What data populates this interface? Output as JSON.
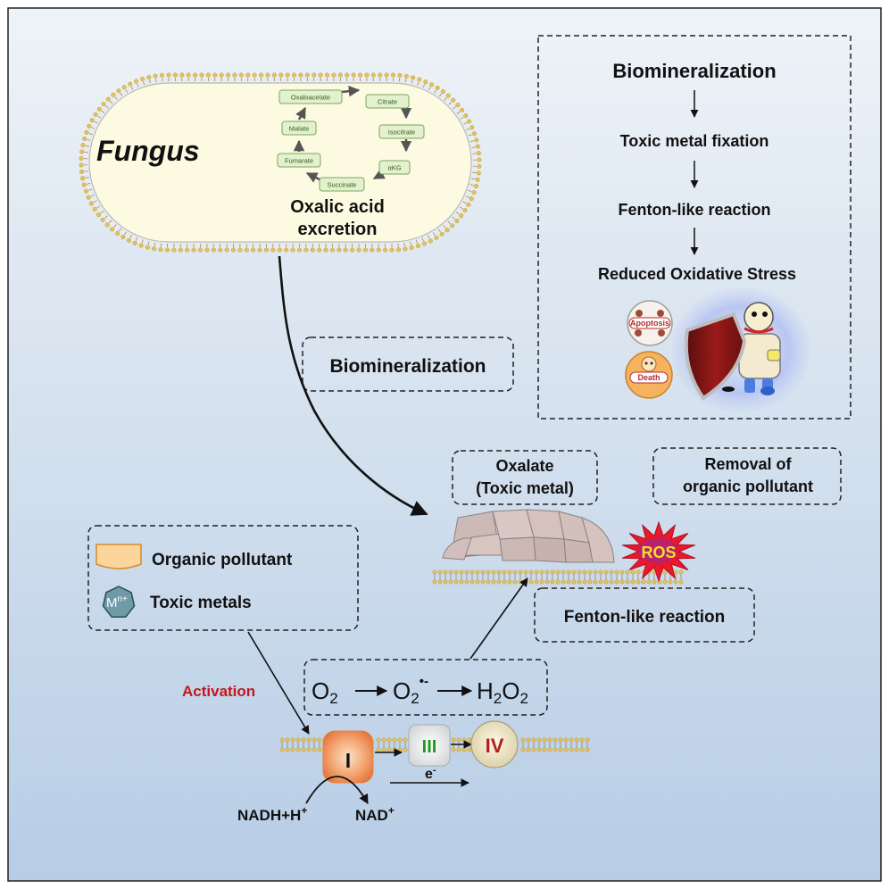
{
  "fungus": {
    "label": "Fungus",
    "excretion_line1": "Oxalic acid",
    "excretion_line2": "excretion",
    "tca_cycle": [
      "Oxaloacetate",
      "Citrate",
      "Isocitrate",
      "αKG",
      "Succinate",
      "Fumarate",
      "Malate"
    ]
  },
  "summary": {
    "steps": [
      "Biomineralization",
      "Toxic metal fixation",
      "Fenton-like reaction",
      "Reduced Oxidative Stress"
    ],
    "badges": [
      "Apoptosis",
      "Death"
    ]
  },
  "biomineralization_label": "Biomineralization",
  "oxalate": {
    "line1": "Oxalate",
    "line2": "(Toxic metal)"
  },
  "removal": {
    "line1": "Removal of",
    "line2": "organic pollutant"
  },
  "ros_label": "ROS",
  "fenton_label": "Fenton-like reaction",
  "legend": {
    "pollutant": "Organic pollutant",
    "metals": "Toxic metals",
    "metal_ion": "M",
    "metal_charge": "n+"
  },
  "activation_label": "Activation",
  "ros_chain": {
    "o2_base": "O",
    "o2_sub": "2",
    "superoxide_base": "O",
    "superoxide_sub": "2",
    "superoxide_sup": "•-",
    "h2o2_h": "H",
    "h2o2_sub1": "2",
    "h2o2_o": "O",
    "h2o2_sub2": "2"
  },
  "complexes": {
    "c1": "I",
    "c3": "III",
    "c4": "IV"
  },
  "electron": {
    "base": "e",
    "sup": "-"
  },
  "nadh": {
    "base": "NADH+H",
    "sup": "+"
  },
  "nad": {
    "base": "NAD",
    "sup": "+"
  },
  "colors": {
    "frame": "#222222",
    "bg_top": "#eef3f8",
    "bg_bottom": "#b7cde6",
    "cell_fill": "#fcfbe2",
    "membrane": "#e2c25a",
    "activation": "#c0171e",
    "complex_iii_text": "#1f9a1f",
    "complex_iv_text": "#b51d1d",
    "ros_star": "#e8182d",
    "ros_text": "#f2de2a"
  }
}
